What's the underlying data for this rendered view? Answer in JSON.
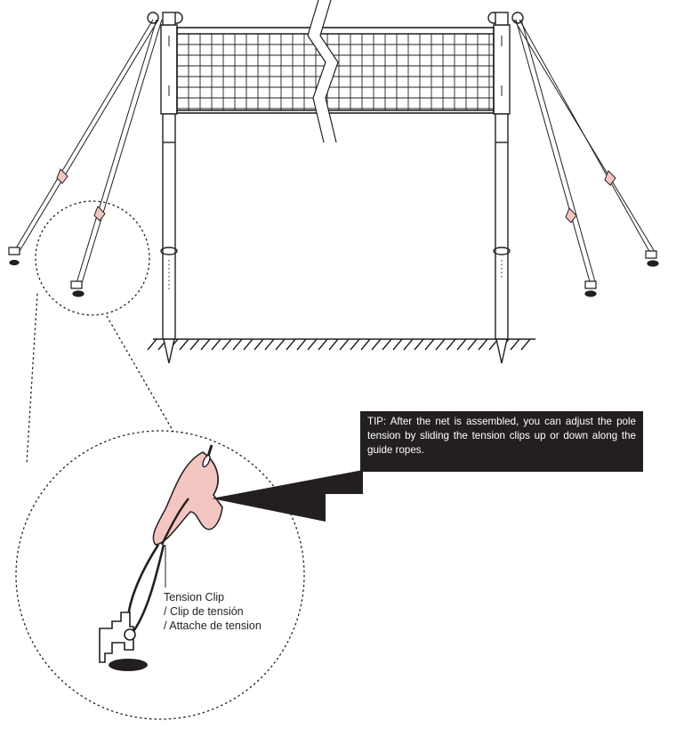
{
  "tip": {
    "text": "TIP: After the net is assembled, you can adjust the pole tension by sliding the tension clips up or down along the guide ropes."
  },
  "callout": {
    "line1": "Tension Clip",
    "line2": "/ Clip de tensión",
    "line3": "/ Attache de tension"
  },
  "colors": {
    "ink": "#231f20",
    "clip": "#f4c6c2",
    "tip_bg": "#231f20",
    "tip_text": "#ffffff"
  }
}
